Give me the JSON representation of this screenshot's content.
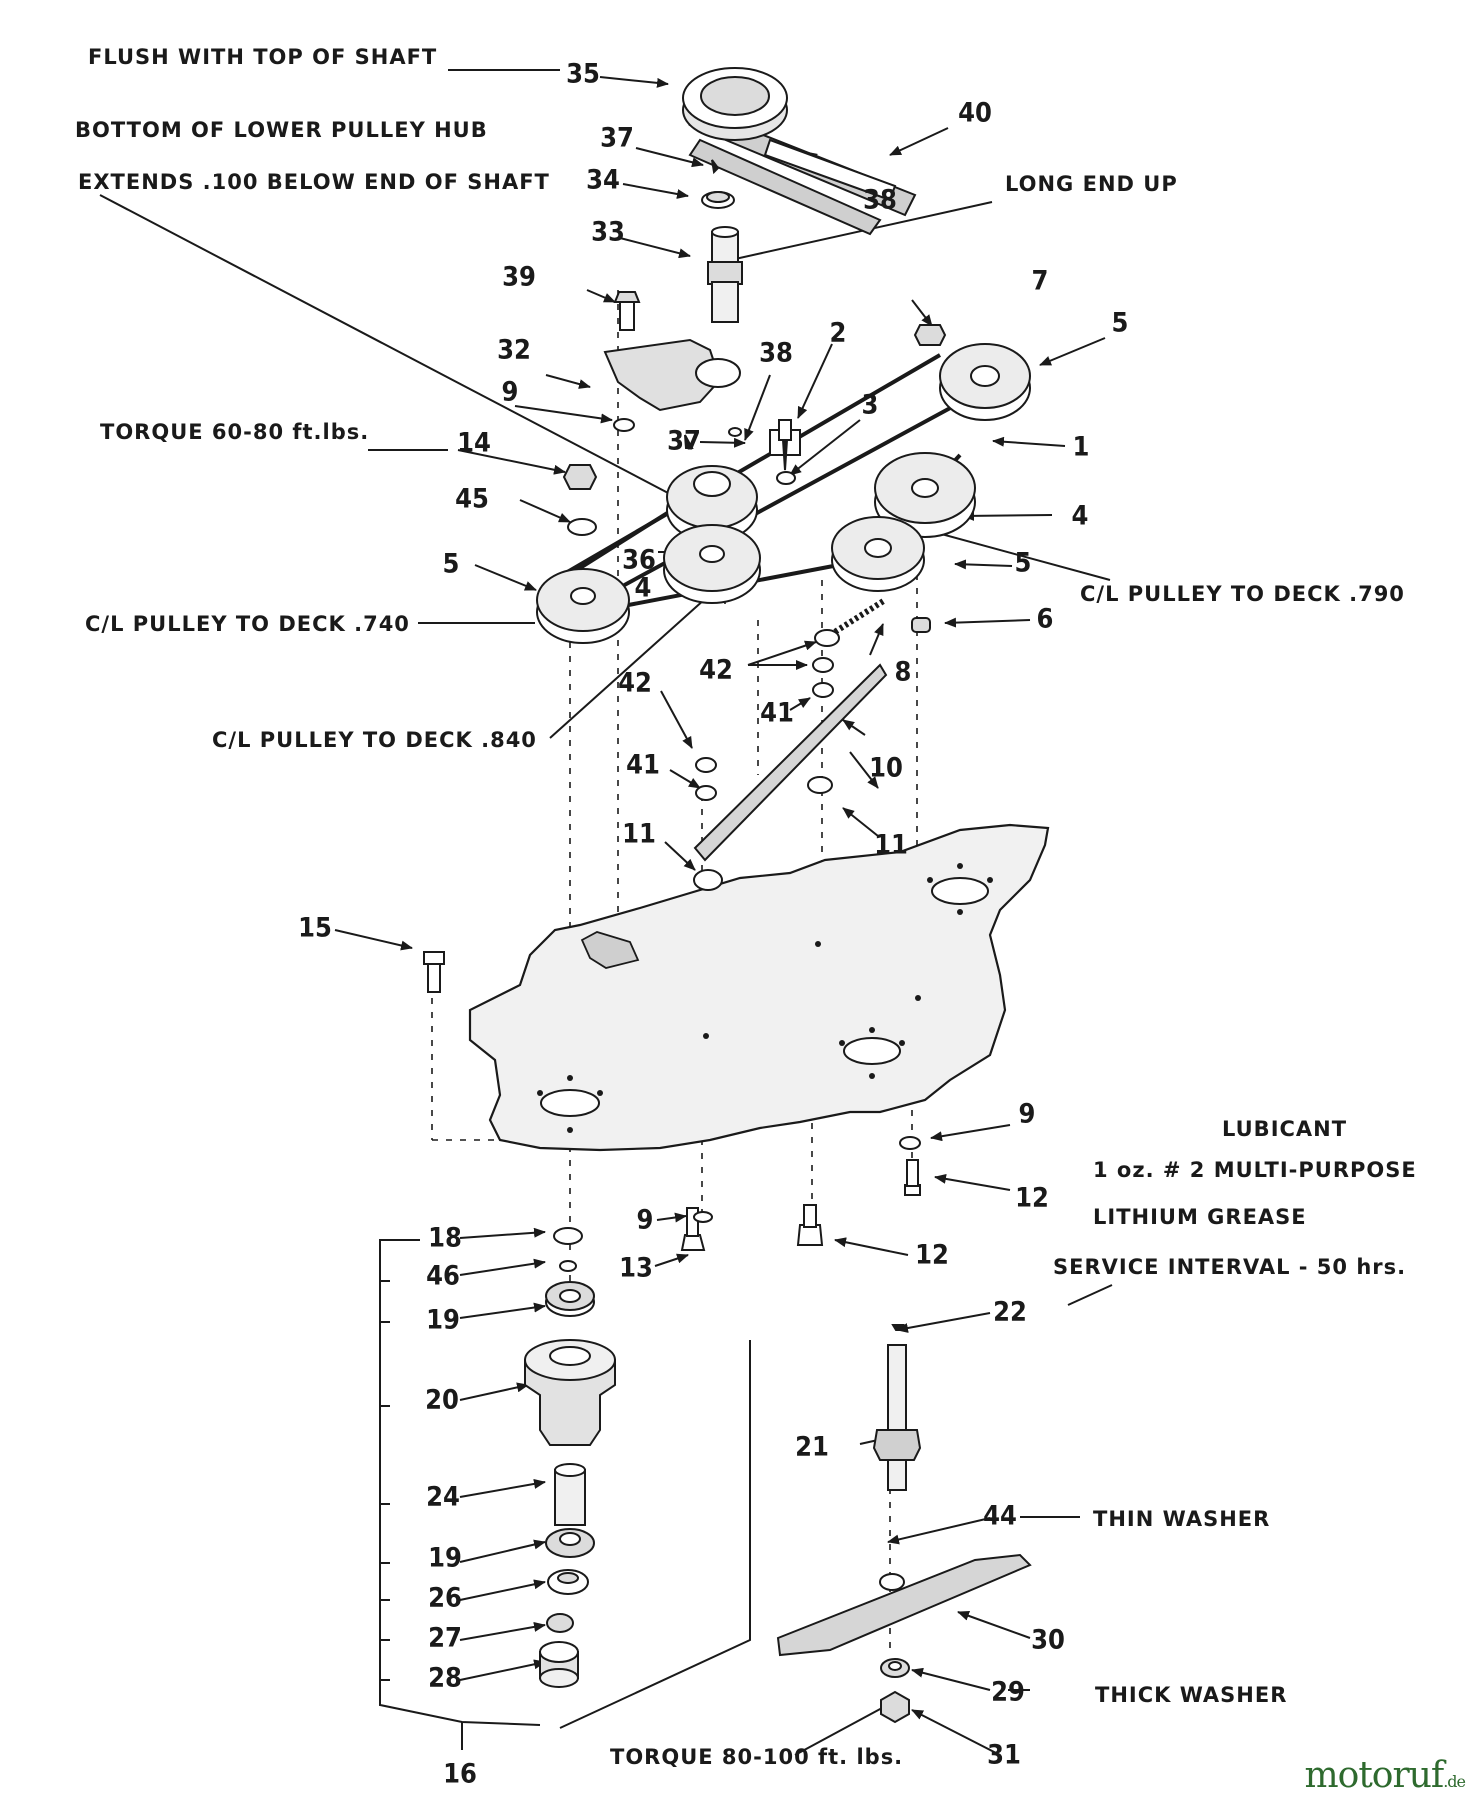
{
  "notes": {
    "flush": "FLUSH WITH TOP OF SHAFT",
    "bottom_hub": "BOTTOM OF LOWER PULLEY HUB",
    "extends": "EXTENDS .100 BELOW END OF SHAFT",
    "long_end": "LONG END UP",
    "torque_6080": "TORQUE 60-80 ft.lbs.",
    "cl_790": "C/L PULLEY TO DECK .790",
    "cl_740": "C/L PULLEY TO DECK .740",
    "cl_840": "C/L PULLEY TO DECK .840",
    "lubicant": "LUBICANT",
    "lub_oz": "1 oz. # 2 MULTI-PURPOSE",
    "lithium": "LITHIUM GREASE",
    "service": "SERVICE INTERVAL - 50 hrs.",
    "thin_washer": "THIN WASHER",
    "thick_washer": "THICK WASHER",
    "torque_80100": "TORQUE 80-100 ft. lbs."
  },
  "callouts": [
    "35",
    "40",
    "37",
    "38",
    "34",
    "33",
    "39",
    "7",
    "5",
    "2",
    "32",
    "38",
    "9",
    "3",
    "1",
    "37",
    "14",
    "45",
    "4",
    "36",
    "5",
    "4",
    "5",
    "6",
    "42",
    "8",
    "42",
    "41",
    "10",
    "41",
    "11",
    "11",
    "15",
    "9",
    "12",
    "18",
    "9",
    "12",
    "46",
    "13",
    "22",
    "19",
    "20",
    "21",
    "24",
    "44",
    "19",
    "26",
    "30",
    "27",
    "29",
    "28",
    "31",
    "16"
  ],
  "watermark": {
    "name": "motoruf",
    "tld": ".de"
  },
  "colors": {
    "ink": "#1a1a1a",
    "watermark": "#2e6a2e"
  }
}
